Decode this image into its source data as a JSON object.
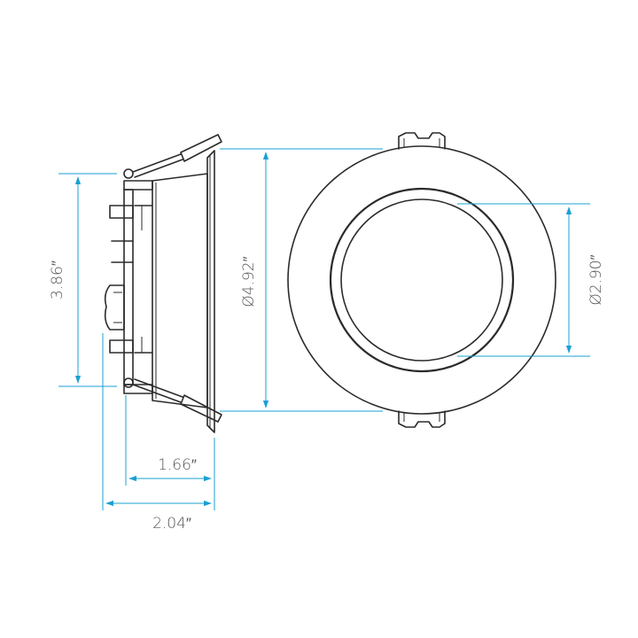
{
  "colors": {
    "line": "#2b2b2b",
    "dimension": "#1aa0d2",
    "text": "#555555",
    "background": "#ffffff"
  },
  "dimensions": {
    "height": "3.86″",
    "trim_diameter": "Ø4.92″",
    "aperture_diameter": "Ø2.90″",
    "body_depth": "1.66″",
    "overall_depth": "2.04″"
  }
}
